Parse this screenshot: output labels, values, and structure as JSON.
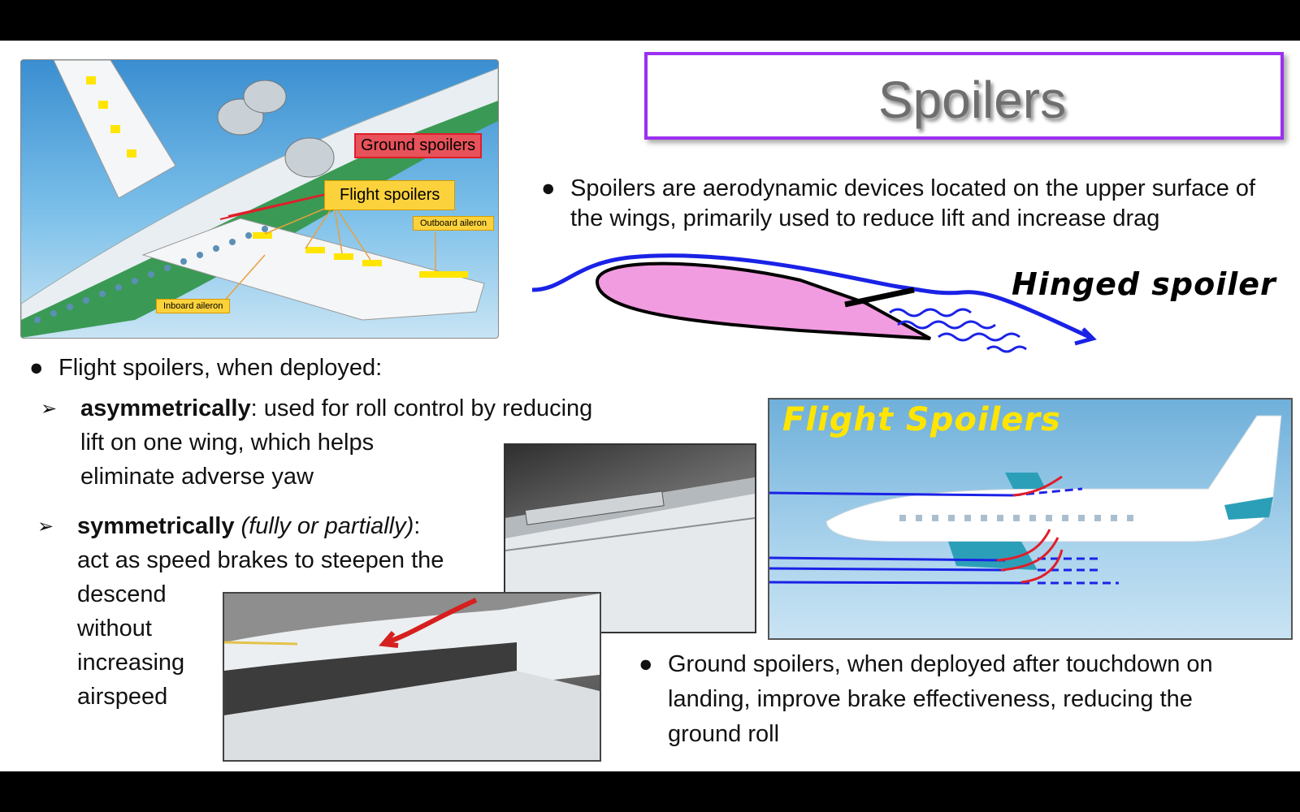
{
  "title": "Spoilers",
  "intro_bullet": "Spoilers are aerodynamic devices located on the upper surface of the wings, primarily used to reduce lift and increase drag",
  "wing_diagram": {
    "ground_spoilers": "Ground spoilers",
    "flight_spoilers": "Flight spoilers",
    "outboard_aileron": "Outboard aileron",
    "inboard_aileron": "Inboard aileron"
  },
  "hinged_label": "Hinged spoiler",
  "flight_bullet": "Flight spoilers, when deployed:",
  "asym": {
    "term": "asymmetrically",
    "line1": ": used for roll control by reducing",
    "line2": "lift on one wing, which helps",
    "line3": "eliminate adverse yaw"
  },
  "sym": {
    "term": "symmetrically",
    "qualifier": "(fully or partially)",
    "colon": ":",
    "line2": "act as speed brakes to steepen the",
    "line3": "descend",
    "line4": "without",
    "line5": "increasing",
    "line6": "airspeed"
  },
  "fs_label": "Flight Spoilers",
  "ground_bullet": {
    "line1": "Ground spoilers, when deployed after touchdown on",
    "line2": "landing, improve brake effectiveness, reducing the",
    "line3": "ground roll"
  },
  "bullet_symbol": "●",
  "sub_symbol": "➢",
  "colors": {
    "title_border": "#9b30f0",
    "airflow": "#1a22e6",
    "airfoil": "#f19be0",
    "highlight": "#ffe500",
    "callout_red": "#e11d2a"
  }
}
